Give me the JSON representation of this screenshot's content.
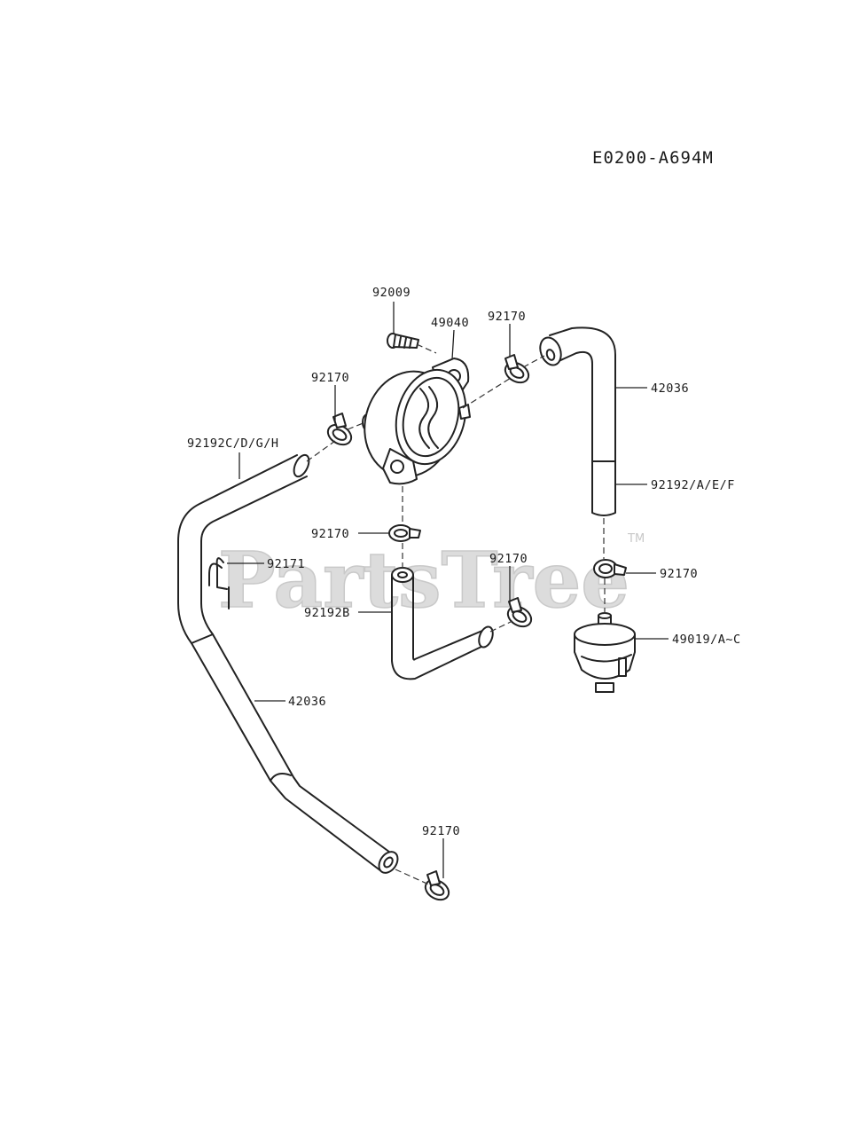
{
  "diagram_code": "E0200-A694M",
  "watermark": "PartsTree",
  "watermark_tm": "TM",
  "labels": {
    "bolt": "92009",
    "fuel_pump": "49040",
    "clamp_top_right": "92170",
    "clamp_left": "92170",
    "clamp_center": "92170",
    "clamp_mid_right": "92170",
    "clamp_right": "92170",
    "clamp_bottom": "92170",
    "hose_right_upper": "42036",
    "hose_right_lower": "92192/A/E/F",
    "hose_left_upper": "92192C/D/G/H",
    "hose_left_lower": "42036",
    "clip": "92171",
    "hose_center": "92192B",
    "fuel_filter": "49019/A~C"
  }
}
